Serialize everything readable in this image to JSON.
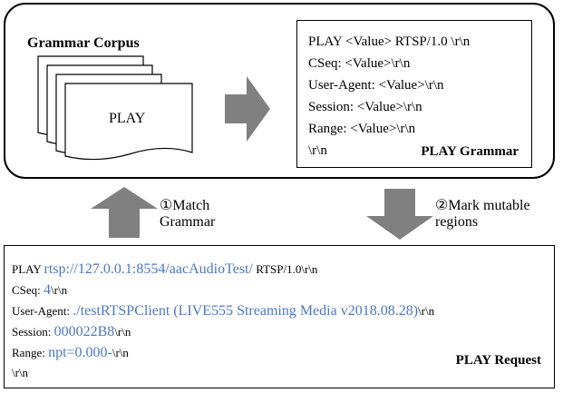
{
  "corpus": {
    "title": "Grammar Corpus",
    "doc_label": "PLAY"
  },
  "grammar": {
    "lines": [
      "PLAY <Value> RTSP/1.0 \\r\\n",
      "CSeq: <Value>\\r\\n",
      "User-Agent: <Value>\\r\\n",
      "Session: <Value>\\r\\n",
      "Range: <Value>\\r\\n",
      "\\r\\n"
    ],
    "title": "PLAY Grammar"
  },
  "steps": {
    "match": {
      "line1": "①Match",
      "line2": "Grammar"
    },
    "mark": {
      "line1": "②Mark mutable",
      "line2": "regions"
    }
  },
  "request": {
    "title": "PLAY Request",
    "line1": {
      "prefix": "PLAY ",
      "value": "rtsp://127.0.0.1:8554/aacAudioTest/",
      "suffix": " RTSP/1.0\\r\\n"
    },
    "line2": {
      "prefix": "CSeq: ",
      "value": "4",
      "suffix": "\\r\\n"
    },
    "line3": {
      "prefix": "User-Agent: ",
      "value": "./testRTSPClient (LIVE555 Streaming Media v2018.08.28)",
      "suffix": "\\r\\n"
    },
    "line4": {
      "prefix": "Session: ",
      "value": "000022B8",
      "suffix": "\\r\\n"
    },
    "line5": {
      "prefix": "Range: ",
      "value": "npt=0.000-",
      "suffix": "\\r\\n"
    },
    "line6": {
      "prefix": "\\r\\n"
    }
  },
  "colors": {
    "mutable_value": "#4a78c8",
    "arrow": "#808080"
  }
}
